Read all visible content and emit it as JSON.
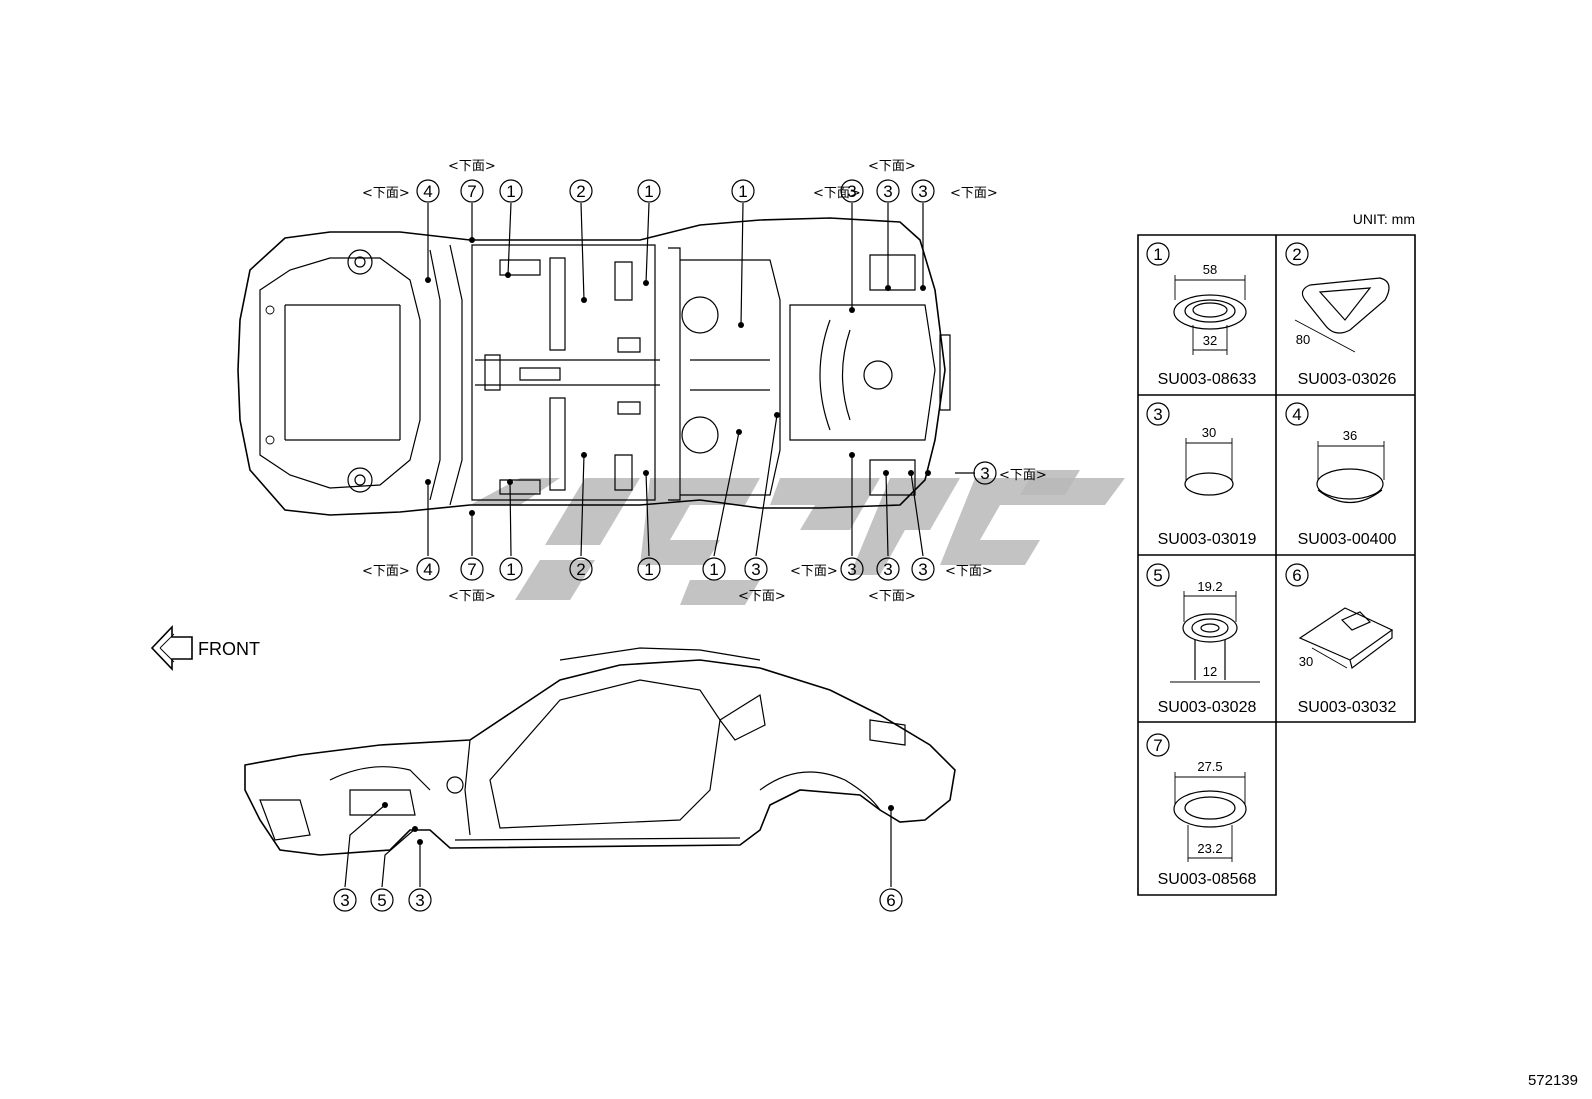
{
  "unit_label": "UNIT: mm",
  "front_label": "FRONT",
  "underside_label": "<下面>",
  "figure_number": "572139",
  "plan_view": {
    "top_callouts": [
      {
        "num": "4",
        "note": "<下面>"
      },
      {
        "num": "7",
        "note": "<下面>"
      },
      {
        "num": "1",
        "note": ""
      },
      {
        "num": "2",
        "note": ""
      },
      {
        "num": "1",
        "note": ""
      },
      {
        "num": "1",
        "note": ""
      },
      {
        "num": "3",
        "note": "<下面>"
      },
      {
        "num": "3",
        "note": "<下面>"
      },
      {
        "num": "3",
        "note": "<下面>"
      }
    ],
    "bottom_callouts": [
      {
        "num": "4",
        "note": "<下面>"
      },
      {
        "num": "7",
        "note": "<下面>"
      },
      {
        "num": "1",
        "note": ""
      },
      {
        "num": "2",
        "note": ""
      },
      {
        "num": "1",
        "note": ""
      },
      {
        "num": "1",
        "note": ""
      },
      {
        "num": "3",
        "note": "<下面>"
      },
      {
        "num": "3",
        "note": "<下面>"
      },
      {
        "num": "3",
        "note": "<下面>"
      },
      {
        "num": "3",
        "note": "<下面>"
      }
    ],
    "right_callout": {
      "num": "3",
      "note": "<下面>"
    }
  },
  "side_view": {
    "callouts": [
      "3",
      "5",
      "3",
      "6"
    ]
  },
  "parts": [
    {
      "num": "1",
      "part_no": "SU003-08633",
      "dims": [
        "58",
        "32"
      ]
    },
    {
      "num": "2",
      "part_no": "SU003-03026",
      "dims": [
        "80"
      ]
    },
    {
      "num": "3",
      "part_no": "SU003-03019",
      "dims": [
        "30"
      ]
    },
    {
      "num": "4",
      "part_no": "SU003-00400",
      "dims": [
        "36"
      ]
    },
    {
      "num": "5",
      "part_no": "SU003-03028",
      "dims": [
        "19.2",
        "12"
      ]
    },
    {
      "num": "6",
      "part_no": "SU003-03032",
      "dims": [
        "30"
      ]
    },
    {
      "num": "7",
      "part_no": "SU003-08568",
      "dims": [
        "27.5",
        "23.2"
      ]
    }
  ]
}
